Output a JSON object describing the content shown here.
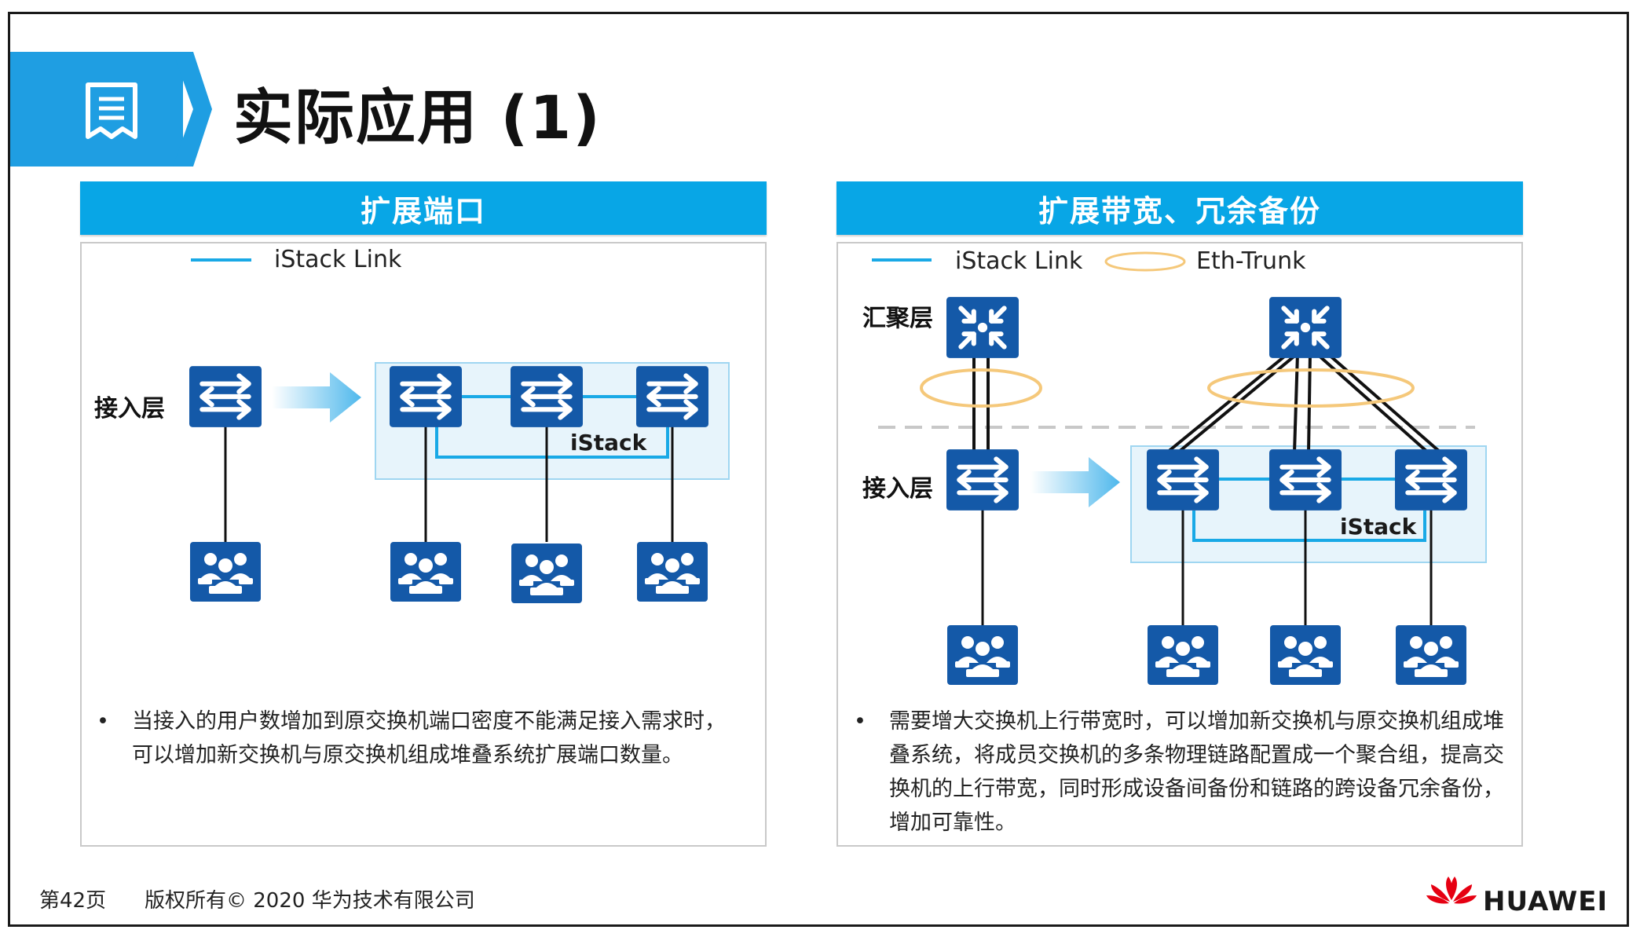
{
  "title": "实际应用 (1)",
  "left_panel": {
    "header": "扩展端口",
    "legend_link": "iStack Link",
    "layer_access": "接入层",
    "stack_label": "iStack",
    "description": "当接入的用户数增加到原交换机端口密度不能满足接入需求时，可以增加新交换机与原交换机组成堆叠系统扩展端口数量。"
  },
  "right_panel": {
    "header": "扩展带宽、冗余备份",
    "legend_link": "iStack Link",
    "legend_trunk": "Eth-Trunk",
    "layer_aggregation": "汇聚层",
    "layer_access": "接入层",
    "stack_label": "iStack",
    "description": "需要增大交换机上行带宽时，可以增加新交换机与原交换机组成堆叠系统，将成员交换机的多条物理链路配置成一个聚合组，提高交换机的上行带宽，同时形成设备间备份和链路的跨设备冗余备份，增加可靠性。"
  },
  "footer": {
    "page": "第42页",
    "copyright": "版权所有© 2020 华为技术有限公司",
    "brand": "HUAWEI"
  },
  "colors": {
    "accent": "#08a6e6",
    "device": "#1459a8",
    "istack_link": "#19a9e6",
    "eth_trunk": "#f5c87a",
    "stack_box": "#e7f4fb",
    "brand_red": "#e60012"
  },
  "icons": {
    "title": "document-icon",
    "access_switch": "switch-icon",
    "aggregation_switch": "router-icon",
    "users": "users-icon",
    "arrow": "arrow-right-icon",
    "logo": "huawei-logo-icon"
  }
}
